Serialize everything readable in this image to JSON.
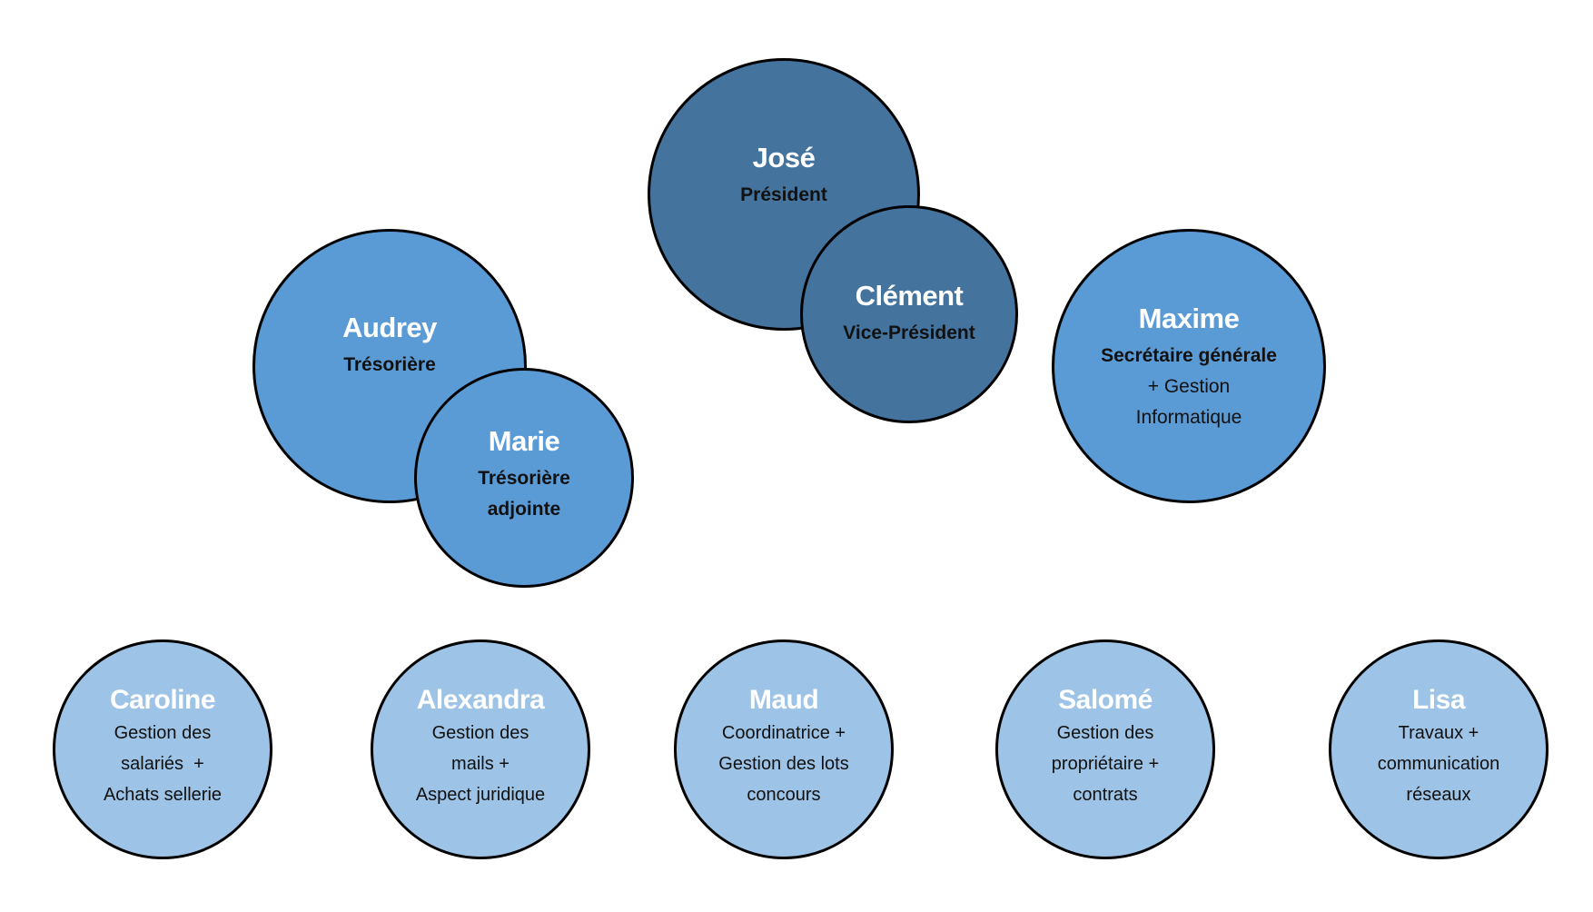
{
  "board": {
    "jose": {
      "name": "José",
      "role": [
        "Président"
      ]
    },
    "clement": {
      "name": "Clément",
      "role": [
        "Vice-Président"
      ]
    },
    "audrey": {
      "name": "Audrey",
      "role": [
        "Trésorière"
      ]
    },
    "marie": {
      "name": "Marie",
      "role": [
        "Trésorière",
        "adjointe"
      ]
    },
    "maxime": {
      "name": "Maxime",
      "role": [
        "Secrétaire générale",
        "+ Gestion",
        "Informatique"
      ]
    }
  },
  "staff": {
    "caroline": {
      "name": "Caroline",
      "role": [
        "Gestion des",
        "salariés  +",
        "Achats sellerie"
      ]
    },
    "alexandra": {
      "name": "Alexandra",
      "role": [
        "Gestion des",
        "mails +",
        "Aspect juridique"
      ]
    },
    "maud": {
      "name": "Maud",
      "role": [
        "Coordinatrice +",
        "Gestion des lots",
        "concours"
      ]
    },
    "salome": {
      "name": "Salomé",
      "role": [
        "Gestion des",
        "propriétaire +",
        "contrats"
      ]
    },
    "lisa": {
      "name": "Lisa",
      "role": [
        "Travaux +",
        "communication",
        "réseaux"
      ]
    }
  },
  "colors": {
    "executive": "#44739e",
    "officer": "#5b9bd5",
    "member": "#9dc3e6",
    "outline": "#000000"
  }
}
